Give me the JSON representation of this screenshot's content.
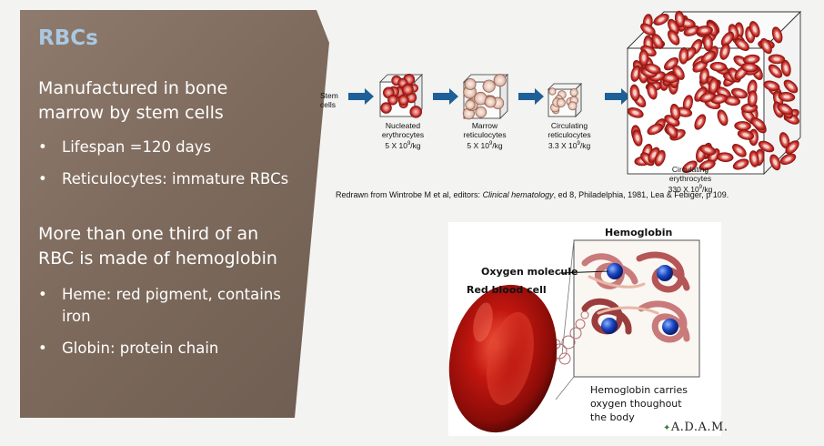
{
  "slide": {
    "title": "RBCs",
    "paragraph1": "Manufactured in bone marrow by stem cells",
    "bullets1": [
      "Lifespan =120 days",
      "Reticulocytes: immature RBCs"
    ],
    "paragraph2": "More than one third of an RBC is made of hemoglobin",
    "bullets2": [
      "Heme: red pigment, contains iron",
      "Globin: protein chain"
    ]
  },
  "diagram": {
    "stem_label": "Stem\ncells",
    "stages": [
      {
        "name": "Nucleated\nerythrocytes",
        "count": "5 X 10",
        "exp": "9",
        "unit": "/kg"
      },
      {
        "name": "Marrow\nreticulocytes",
        "count": "5 X 10",
        "exp": "9",
        "unit": "/kg"
      },
      {
        "name": "Circulating\nreticulocytes",
        "count": "3.3 X 10",
        "exp": "9",
        "unit": "/kg"
      },
      {
        "name": "Circulating\nerythrocytes",
        "count": "330 X 10",
        "exp": "9",
        "unit": "/kg"
      }
    ],
    "caption_pre": "Redrawn from Wintrobe M et al, editors: ",
    "caption_italic": "Clinical hematology",
    "caption_post": ", ed 8, Philadelphia, 1981, Lea & Febiger, p 109."
  },
  "hemoglobin": {
    "title": "Hemoglobin",
    "oxygen_label": "Oxygen molecule",
    "rbc_label": "Red blood cell",
    "carries_text": [
      "Hemoglobin carries",
      "oxygen thoughout",
      "the body"
    ],
    "logo": "A.D.A.M."
  },
  "colors": {
    "accent_title": "#aac8e2",
    "arrow": "#1f5f97",
    "rbc_red": "#c0201c",
    "panel_brown": "#7e6b5d"
  }
}
